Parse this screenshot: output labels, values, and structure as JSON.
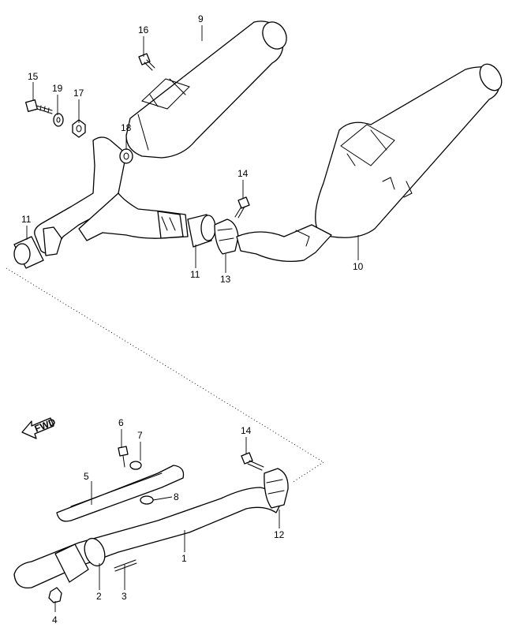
{
  "diagram": {
    "fwd_label": "FWD",
    "callouts": [
      {
        "id": "c9",
        "label": "9"
      },
      {
        "id": "c16",
        "label": "16"
      },
      {
        "id": "c15",
        "label": "15"
      },
      {
        "id": "c19",
        "label": "19"
      },
      {
        "id": "c17",
        "label": "17"
      },
      {
        "id": "c18",
        "label": "18"
      },
      {
        "id": "c14a",
        "label": "14"
      },
      {
        "id": "c11a",
        "label": "11"
      },
      {
        "id": "c11b",
        "label": "11"
      },
      {
        "id": "c13",
        "label": "13"
      },
      {
        "id": "c10",
        "label": "10"
      },
      {
        "id": "c6",
        "label": "6"
      },
      {
        "id": "c7",
        "label": "7"
      },
      {
        "id": "c14b",
        "label": "14"
      },
      {
        "id": "c5",
        "label": "5"
      },
      {
        "id": "c8",
        "label": "8"
      },
      {
        "id": "c1",
        "label": "1"
      },
      {
        "id": "c12",
        "label": "12"
      },
      {
        "id": "c2",
        "label": "2"
      },
      {
        "id": "c3",
        "label": "3"
      },
      {
        "id": "c4",
        "label": "4"
      }
    ]
  }
}
